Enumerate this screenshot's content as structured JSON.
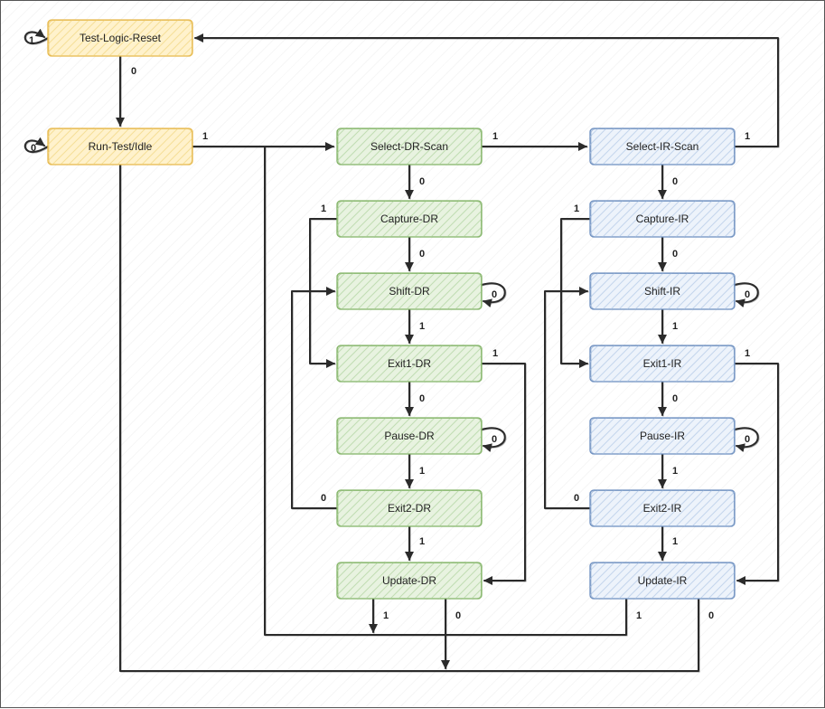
{
  "colors": {
    "yellow": {
      "fill": "#fff2cc",
      "stroke": "#e6b84a",
      "hatch": "#f3d98a"
    },
    "green": {
      "fill": "#e8f3e0",
      "stroke": "#82b366",
      "hatch": "#b6d7a8"
    },
    "blue": {
      "fill": "#edf3fb",
      "stroke": "#6c8ebf",
      "hatch": "#b9cde8"
    },
    "edge": "#2b2b2b"
  },
  "states": [
    {
      "id": "tlr",
      "label": "Test-Logic-Reset",
      "color": "yellow"
    },
    {
      "id": "rti",
      "label": "Run-Test/Idle",
      "color": "yellow"
    },
    {
      "id": "sdr",
      "label": "Select-DR-Scan",
      "color": "green"
    },
    {
      "id": "cdr",
      "label": "Capture-DR",
      "color": "green"
    },
    {
      "id": "shdr",
      "label": "Shift-DR",
      "color": "green"
    },
    {
      "id": "e1dr",
      "label": "Exit1-DR",
      "color": "green"
    },
    {
      "id": "pdr",
      "label": "Pause-DR",
      "color": "green"
    },
    {
      "id": "e2dr",
      "label": "Exit2-DR",
      "color": "green"
    },
    {
      "id": "udr",
      "label": "Update-DR",
      "color": "green"
    },
    {
      "id": "sir",
      "label": "Select-IR-Scan",
      "color": "blue"
    },
    {
      "id": "cir",
      "label": "Capture-IR",
      "color": "blue"
    },
    {
      "id": "shir",
      "label": "Shift-IR",
      "color": "blue"
    },
    {
      "id": "e1ir",
      "label": "Exit1-IR",
      "color": "blue"
    },
    {
      "id": "pir",
      "label": "Pause-IR",
      "color": "blue"
    },
    {
      "id": "e2ir",
      "label": "Exit2-IR",
      "color": "blue"
    },
    {
      "id": "uir",
      "label": "Update-IR",
      "color": "blue"
    }
  ],
  "transitions": [
    {
      "id": "tlr-self",
      "from": "Test-Logic-Reset",
      "to": "Test-Logic-Reset",
      "label": "1"
    },
    {
      "id": "tlr-rti",
      "from": "Test-Logic-Reset",
      "to": "Run-Test/Idle",
      "label": "0"
    },
    {
      "id": "rti-self",
      "from": "Run-Test/Idle",
      "to": "Run-Test/Idle",
      "label": "0"
    },
    {
      "id": "rti-sdr",
      "from": "Run-Test/Idle",
      "to": "Select-DR-Scan",
      "label": "1"
    },
    {
      "id": "sdr-sir",
      "from": "Select-DR-Scan",
      "to": "Select-IR-Scan",
      "label": "1"
    },
    {
      "id": "sir-tlr",
      "from": "Select-IR-Scan",
      "to": "Test-Logic-Reset",
      "label": "1"
    },
    {
      "id": "sdr-cdr",
      "from": "Select-DR-Scan",
      "to": "Capture-DR",
      "label": "0"
    },
    {
      "id": "cdr-shdr",
      "from": "Capture-DR",
      "to": "Shift-DR",
      "label": "0"
    },
    {
      "id": "cdr-e1dr",
      "from": "Capture-DR",
      "to": "Exit1-DR",
      "label": "1"
    },
    {
      "id": "shdr-self",
      "from": "Shift-DR",
      "to": "Shift-DR",
      "label": "0"
    },
    {
      "id": "shdr-e1dr",
      "from": "Shift-DR",
      "to": "Exit1-DR",
      "label": "1"
    },
    {
      "id": "e1dr-pdr",
      "from": "Exit1-DR",
      "to": "Pause-DR",
      "label": "0"
    },
    {
      "id": "e1dr-udr",
      "from": "Exit1-DR",
      "to": "Update-DR",
      "label": "1"
    },
    {
      "id": "pdr-self",
      "from": "Pause-DR",
      "to": "Pause-DR",
      "label": "0"
    },
    {
      "id": "pdr-e2dr",
      "from": "Pause-DR",
      "to": "Exit2-DR",
      "label": "1"
    },
    {
      "id": "e2dr-shdr",
      "from": "Exit2-DR",
      "to": "Shift-DR",
      "label": "0"
    },
    {
      "id": "e2dr-udr",
      "from": "Exit2-DR",
      "to": "Update-DR",
      "label": "1"
    },
    {
      "id": "udr-sdr",
      "from": "Update-DR",
      "to": "Select-DR-Scan",
      "label": "1"
    },
    {
      "id": "udr-rti",
      "from": "Update-DR",
      "to": "Run-Test/Idle",
      "label": "0"
    },
    {
      "id": "sir-cir",
      "from": "Select-IR-Scan",
      "to": "Capture-IR",
      "label": "0"
    },
    {
      "id": "cir-shir",
      "from": "Capture-IR",
      "to": "Shift-IR",
      "label": "0"
    },
    {
      "id": "cir-e1ir",
      "from": "Capture-IR",
      "to": "Exit1-IR",
      "label": "1"
    },
    {
      "id": "shir-self",
      "from": "Shift-IR",
      "to": "Shift-IR",
      "label": "0"
    },
    {
      "id": "shir-e1ir",
      "from": "Shift-IR",
      "to": "Exit1-IR",
      "label": "1"
    },
    {
      "id": "e1ir-pir",
      "from": "Exit1-IR",
      "to": "Pause-IR",
      "label": "0"
    },
    {
      "id": "e1ir-uir",
      "from": "Exit1-IR",
      "to": "Update-IR",
      "label": "1"
    },
    {
      "id": "pir-self",
      "from": "Pause-IR",
      "to": "Pause-IR",
      "label": "0"
    },
    {
      "id": "pir-e2ir",
      "from": "Pause-IR",
      "to": "Exit2-IR",
      "label": "1"
    },
    {
      "id": "e2ir-shir",
      "from": "Exit2-IR",
      "to": "Shift-IR",
      "label": "0"
    },
    {
      "id": "e2ir-uir",
      "from": "Exit2-IR",
      "to": "Update-IR",
      "label": "1"
    },
    {
      "id": "uir-sdr",
      "from": "Update-IR",
      "to": "Select-DR-Scan",
      "label": "1"
    },
    {
      "id": "uir-rti",
      "from": "Update-IR",
      "to": "Run-Test/Idle",
      "label": "0"
    }
  ]
}
